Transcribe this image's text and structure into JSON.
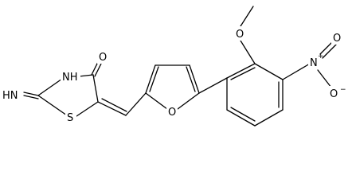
{
  "structure": {
    "atoms": {
      "imine_nh": "HN",
      "ring_nh": "NH",
      "ring_s": "S",
      "carbonyl_o": "O",
      "furan_o": "O",
      "methoxy_o": "O",
      "nitro_n": "N",
      "nitro_o_top": "O",
      "nitro_o_bottom": "O",
      "nitro_n_charge": "+",
      "nitro_o_charge": "−"
    }
  }
}
